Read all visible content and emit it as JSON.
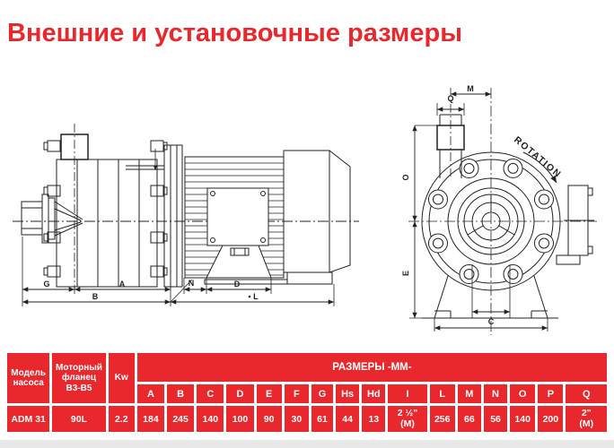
{
  "title": "Внешние и установочные размеры",
  "colors": {
    "accent": "#e8282c",
    "line": "#222222"
  },
  "drawing": {
    "side": {
      "dim_g": "G",
      "dim_a": "A",
      "dim_b": "B",
      "dim_n": "N",
      "dim_d": "D",
      "dim_l": "▪ L"
    },
    "front": {
      "dim_m": "M",
      "dim_q": "Q",
      "dim_o": "O",
      "dim_e": "E",
      "dim_c": "C",
      "rotation": "ROTATION"
    }
  },
  "table": {
    "header": {
      "model": "Модель\nнасоса",
      "flange": "Моторный\nфланец\nB3-B5",
      "kw": "Kw",
      "dims_title": "РАЗМЕРЫ -ММ-"
    },
    "columns": [
      "A",
      "B",
      "C",
      "D",
      "E",
      "F",
      "G",
      "Hs",
      "Hd",
      "I",
      "L",
      "M",
      "N",
      "O",
      "P",
      "Q"
    ],
    "row": {
      "model": "ADM 31",
      "flange": "90L",
      "kw": "2.2",
      "values": [
        "184",
        "245",
        "140",
        "100",
        "90",
        "30",
        "61",
        "44",
        "13",
        "2 ½\"\n(M)",
        "256",
        "66",
        "56",
        "140",
        "200",
        "2\"\n(M)"
      ]
    }
  }
}
